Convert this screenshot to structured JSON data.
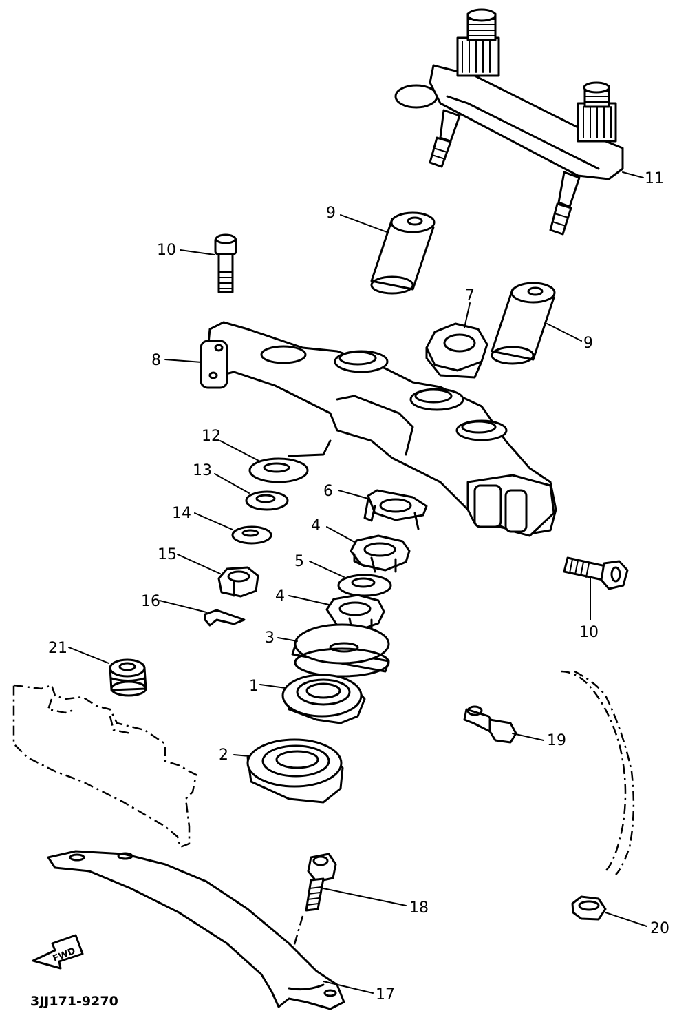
{
  "callouts": [
    {
      "id": "c11",
      "text": "11"
    },
    {
      "id": "c9a",
      "text": "9"
    },
    {
      "id": "c10a",
      "text": "10"
    },
    {
      "id": "c7",
      "text": "7"
    },
    {
      "id": "c9b",
      "text": "9"
    },
    {
      "id": "c8",
      "text": "8"
    },
    {
      "id": "c12",
      "text": "12"
    },
    {
      "id": "c13",
      "text": "13"
    },
    {
      "id": "c6",
      "text": "6"
    },
    {
      "id": "c14",
      "text": "14"
    },
    {
      "id": "c4a",
      "text": "4"
    },
    {
      "id": "c15",
      "text": "15"
    },
    {
      "id": "c5",
      "text": "5"
    },
    {
      "id": "c16",
      "text": "16"
    },
    {
      "id": "c4b",
      "text": "4"
    },
    {
      "id": "c10b",
      "text": "10"
    },
    {
      "id": "c3",
      "text": "3"
    },
    {
      "id": "c21",
      "text": "21"
    },
    {
      "id": "c1",
      "text": "1"
    },
    {
      "id": "c19",
      "text": "19"
    },
    {
      "id": "c2",
      "text": "2"
    },
    {
      "id": "c18",
      "text": "18"
    },
    {
      "id": "c20",
      "text": "20"
    },
    {
      "id": "c17",
      "text": "17"
    }
  ],
  "fwd_label": "FWD",
  "diagram_code": "3JJ171-9270"
}
